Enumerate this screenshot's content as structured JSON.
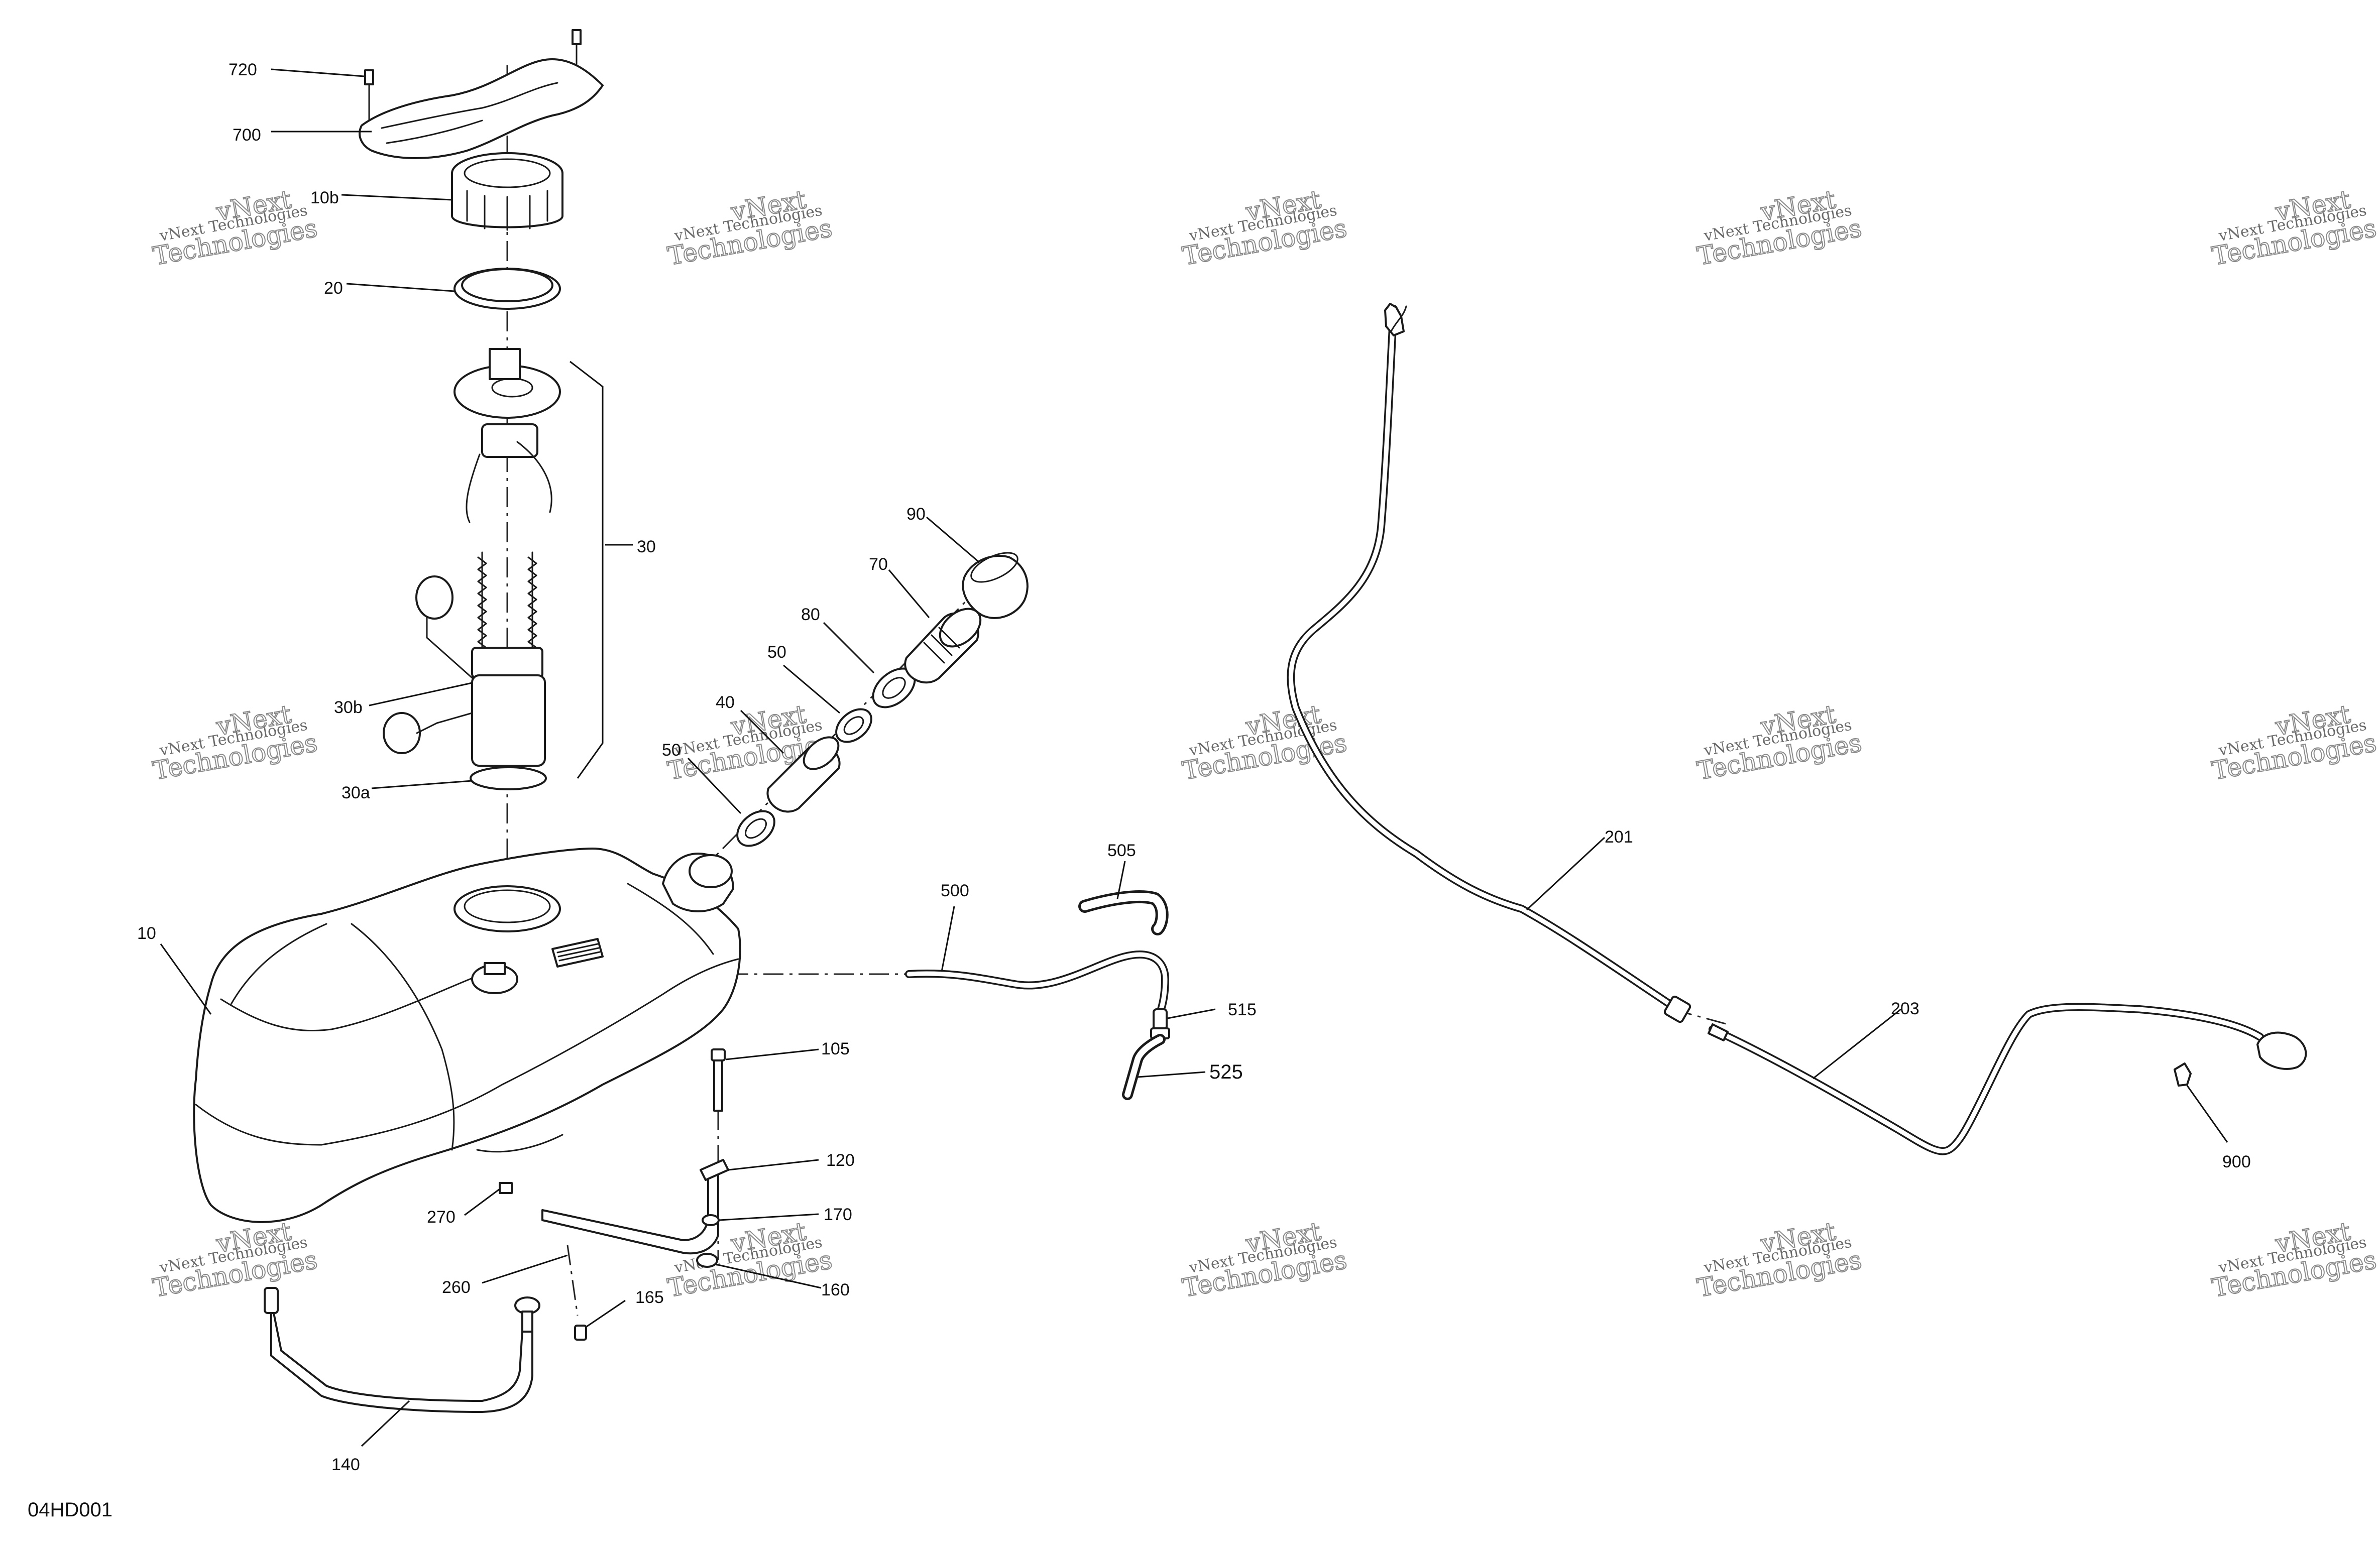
{
  "diagram_code": "04HD001",
  "watermark": {
    "line1": "vNext Technologies",
    "line2": "vNext",
    "line3": "Technologies"
  },
  "callouts": {
    "c720": "720",
    "c700": "700",
    "c10b": "10b",
    "c20": "20",
    "c30": "30",
    "c30b": "30b",
    "c30a": "30a",
    "c90": "90",
    "c70": "70",
    "c80": "80",
    "c50a": "50",
    "c40": "40",
    "c50b": "50",
    "c10": "10",
    "c500": "500",
    "c505": "505",
    "c515": "515",
    "c525": "525",
    "c105": "105",
    "c120": "120",
    "c170": "170",
    "c160": "160",
    "c270": "270",
    "c260": "260",
    "c165": "165",
    "c140": "140",
    "c201": "201",
    "c203": "203",
    "c900": "900"
  }
}
